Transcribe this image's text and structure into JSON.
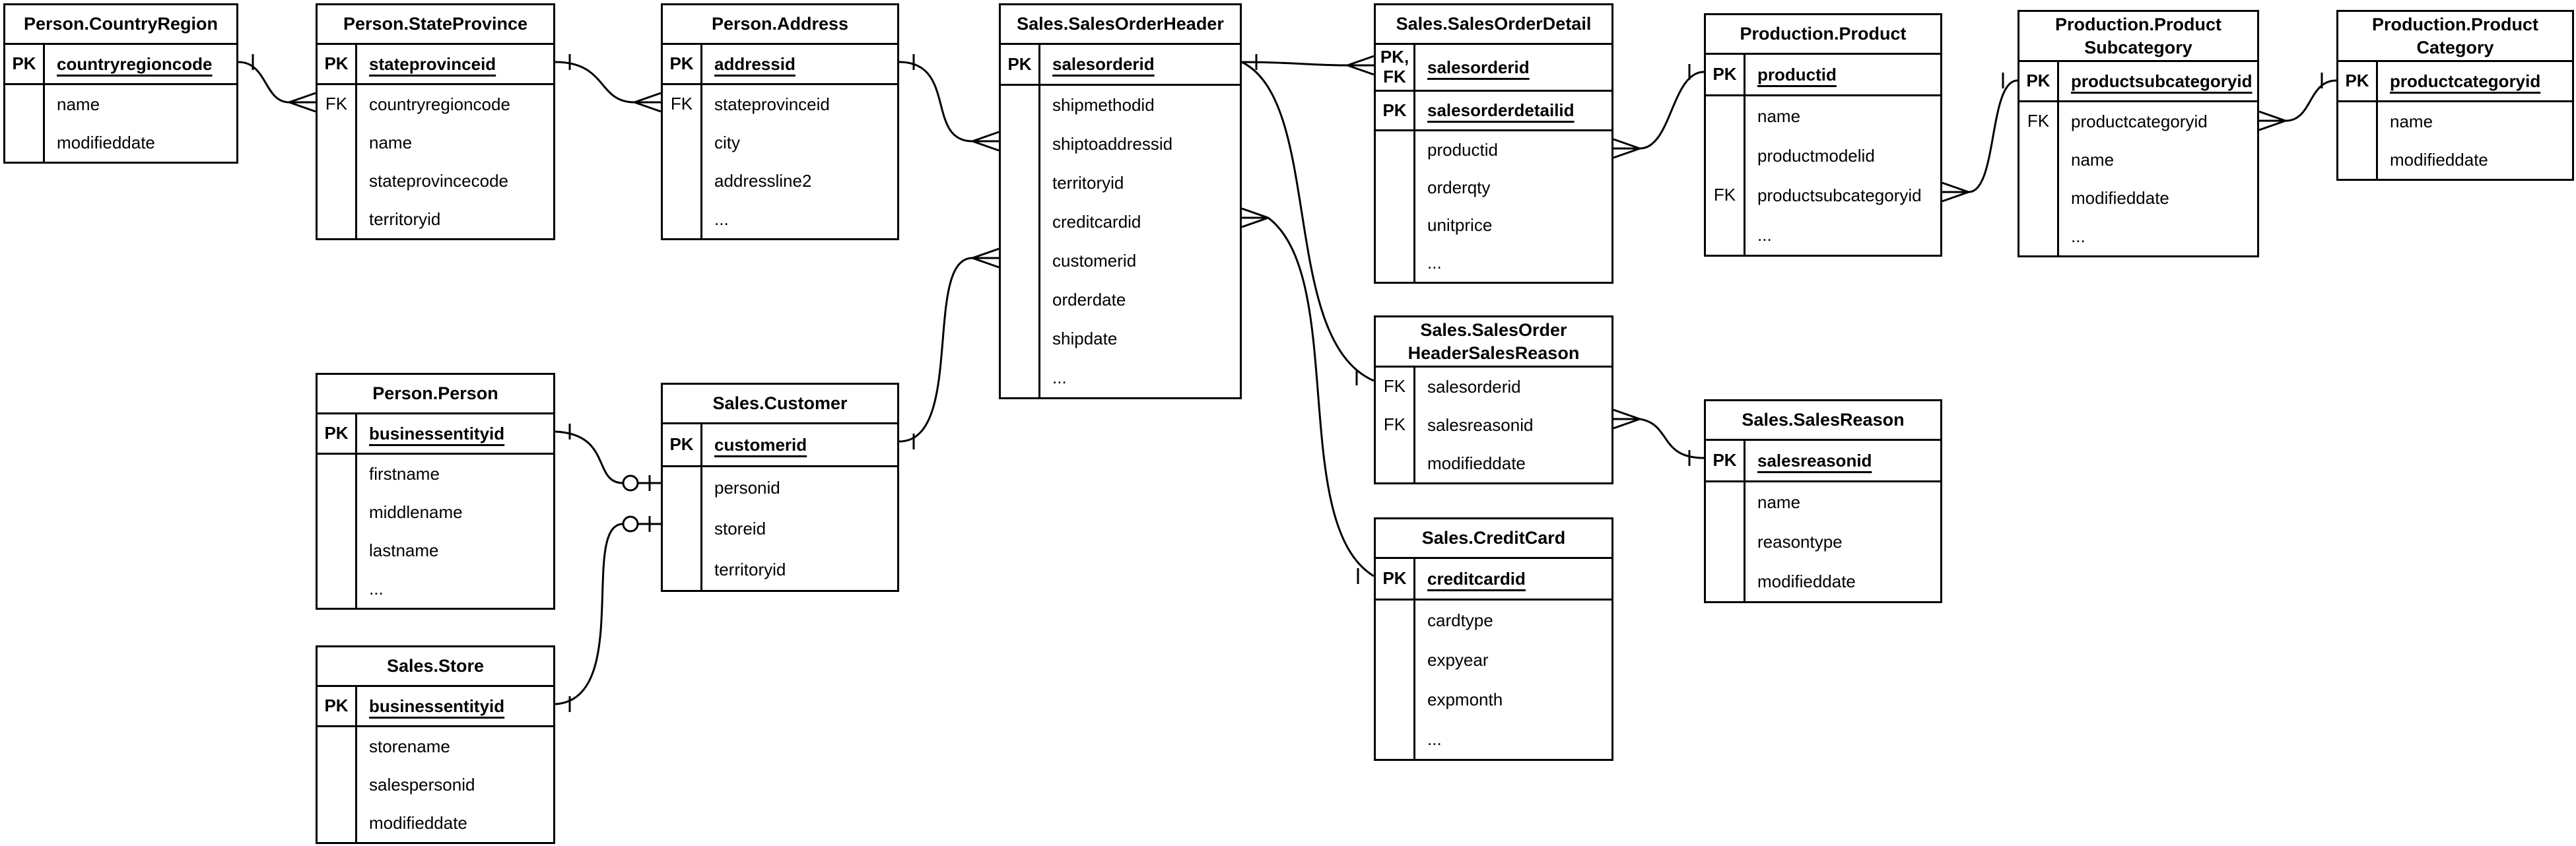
{
  "diagram": {
    "type": "entity-relationship",
    "background_color": "#ffffff",
    "line_color": "#000000",
    "notation": "crow-foot"
  },
  "tables": [
    {
      "id": "person-countryregion",
      "title": "Person.CountryRegion",
      "sections": [
        {
          "rows": [
            {
              "key": "PK",
              "field": "countryregioncode",
              "pk": true
            }
          ]
        },
        {
          "rows": [
            {
              "key": "",
              "field": "name"
            },
            {
              "key": "",
              "field": "modifieddate"
            }
          ]
        }
      ]
    },
    {
      "id": "person-stateprovince",
      "title": "Person.StateProvince",
      "sections": [
        {
          "rows": [
            {
              "key": "PK",
              "field": "stateprovinceid",
              "pk": true
            }
          ]
        },
        {
          "rows": [
            {
              "key": "FK",
              "field": "countryregioncode"
            },
            {
              "key": "",
              "field": "name"
            },
            {
              "key": "",
              "field": "stateprovincecode"
            },
            {
              "key": "",
              "field": "territoryid"
            }
          ]
        }
      ]
    },
    {
      "id": "person-address",
      "title": "Person.Address",
      "sections": [
        {
          "rows": [
            {
              "key": "PK",
              "field": "addressid",
              "pk": true
            }
          ]
        },
        {
          "rows": [
            {
              "key": "FK",
              "field": "stateprovinceid"
            },
            {
              "key": "",
              "field": "city"
            },
            {
              "key": "",
              "field": "addressline2"
            },
            {
              "key": "",
              "field": "..."
            }
          ]
        }
      ]
    },
    {
      "id": "sales-salesorderheader",
      "title": "Sales.SalesOrderHeader",
      "sections": [
        {
          "rows": [
            {
              "key": "PK",
              "field": "salesorderid",
              "pk": true
            }
          ]
        },
        {
          "rows": [
            {
              "key": "",
              "field": "shipmethodid"
            },
            {
              "key": "",
              "field": "shiptoaddressid"
            },
            {
              "key": "",
              "field": "territoryid"
            },
            {
              "key": "",
              "field": "creditcardid"
            },
            {
              "key": "",
              "field": "customerid"
            },
            {
              "key": "",
              "field": "orderdate"
            },
            {
              "key": "",
              "field": "shipdate"
            },
            {
              "key": "",
              "field": "..."
            }
          ]
        }
      ]
    },
    {
      "id": "sales-salesorderdetail",
      "title": "Sales.SalesOrderDetail",
      "sections": [
        {
          "rows": [
            {
              "key": "PK,\nFK",
              "field": "salesorderid",
              "pk": true
            }
          ]
        },
        {
          "rows": [
            {
              "key": "PK",
              "field": "salesorderdetailid",
              "pk": true
            }
          ]
        },
        {
          "rows": [
            {
              "key": "",
              "field": "productid"
            },
            {
              "key": "",
              "field": "orderqty"
            },
            {
              "key": "",
              "field": "unitprice"
            },
            {
              "key": "",
              "field": "..."
            }
          ]
        }
      ]
    },
    {
      "id": "production-product",
      "title": "Production.Product",
      "sections": [
        {
          "rows": [
            {
              "key": "PK",
              "field": "productid",
              "pk": true
            }
          ]
        },
        {
          "rows": [
            {
              "key": "",
              "field": "name"
            },
            {
              "key": "",
              "field": "productmodelid"
            },
            {
              "key": "FK",
              "field": "productsubcategoryid"
            },
            {
              "key": "",
              "field": "..."
            }
          ]
        }
      ]
    },
    {
      "id": "production-productsubcategory",
      "title": "Production.Product\nSubcategory",
      "sections": [
        {
          "rows": [
            {
              "key": "PK",
              "field": "productsubcategoryid",
              "pk": true
            }
          ]
        },
        {
          "rows": [
            {
              "key": "FK",
              "field": "productcategoryid"
            },
            {
              "key": "",
              "field": "name"
            },
            {
              "key": "",
              "field": "modifieddate"
            },
            {
              "key": "",
              "field": "..."
            }
          ]
        }
      ]
    },
    {
      "id": "production-productcategory",
      "title": "Production.Product\nCategory",
      "sections": [
        {
          "rows": [
            {
              "key": "PK",
              "field": "productcategoryid",
              "pk": true
            }
          ]
        },
        {
          "rows": [
            {
              "key": "",
              "field": "name"
            },
            {
              "key": "",
              "field": "modifieddate"
            }
          ]
        }
      ]
    },
    {
      "id": "person-person",
      "title": "Person.Person",
      "sections": [
        {
          "rows": [
            {
              "key": "PK",
              "field": "businessentityid",
              "pk": true
            }
          ]
        },
        {
          "rows": [
            {
              "key": "",
              "field": "firstname"
            },
            {
              "key": "",
              "field": "middlename"
            },
            {
              "key": "",
              "field": "lastname"
            },
            {
              "key": "",
              "field": "..."
            }
          ]
        }
      ]
    },
    {
      "id": "sales-customer",
      "title": "Sales.Customer",
      "sections": [
        {
          "rows": [
            {
              "key": "PK",
              "field": "customerid",
              "pk": true
            }
          ]
        },
        {
          "rows": [
            {
              "key": "",
              "field": "personid"
            },
            {
              "key": "",
              "field": "storeid"
            },
            {
              "key": "",
              "field": "territoryid"
            }
          ]
        }
      ]
    },
    {
      "id": "sales-salesorderheadersalesreason",
      "title": "Sales.SalesOrder\nHeaderSalesReason",
      "sections": [
        {
          "rows": [
            {
              "key": "FK",
              "field": "salesorderid"
            },
            {
              "key": "FK",
              "field": "salesreasonid"
            },
            {
              "key": "",
              "field": "modifieddate"
            }
          ]
        }
      ]
    },
    {
      "id": "sales-salesreason",
      "title": "Sales.SalesReason",
      "sections": [
        {
          "rows": [
            {
              "key": "PK",
              "field": "salesreasonid",
              "pk": true
            }
          ]
        },
        {
          "rows": [
            {
              "key": "",
              "field": "name"
            },
            {
              "key": "",
              "field": "reasontype"
            },
            {
              "key": "",
              "field": "modifieddate"
            }
          ]
        }
      ]
    },
    {
      "id": "sales-store",
      "title": "Sales.Store",
      "sections": [
        {
          "rows": [
            {
              "key": "PK",
              "field": "businessentityid",
              "pk": true
            }
          ]
        },
        {
          "rows": [
            {
              "key": "",
              "field": "storename"
            },
            {
              "key": "",
              "field": "salespersonid"
            },
            {
              "key": "",
              "field": "modifieddate"
            }
          ]
        }
      ]
    },
    {
      "id": "sales-creditcard",
      "title": "Sales.CreditCard",
      "sections": [
        {
          "rows": [
            {
              "key": "PK",
              "field": "creditcardid",
              "pk": true
            }
          ]
        },
        {
          "rows": [
            {
              "key": "",
              "field": "cardtype"
            },
            {
              "key": "",
              "field": "expyear"
            },
            {
              "key": "",
              "field": "expmonth"
            },
            {
              "key": "",
              "field": "..."
            }
          ]
        }
      ]
    }
  ],
  "relationships": [
    {
      "from": "Person.CountryRegion.countryregioncode",
      "to": "Person.StateProvince.countryregioncode",
      "from_cardinality": "one",
      "to_cardinality": "many"
    },
    {
      "from": "Person.StateProvince.stateprovinceid",
      "to": "Person.Address.stateprovinceid",
      "from_cardinality": "one",
      "to_cardinality": "many"
    },
    {
      "from": "Person.Address.addressid",
      "to": "Sales.SalesOrderHeader.shiptoaddressid",
      "from_cardinality": "one",
      "to_cardinality": "many"
    },
    {
      "from": "Sales.Customer.customerid",
      "to": "Sales.SalesOrderHeader.customerid",
      "from_cardinality": "one",
      "to_cardinality": "many"
    },
    {
      "from": "Sales.SalesOrderHeader.salesorderid",
      "to": "Sales.SalesOrderDetail.salesorderid",
      "from_cardinality": "one",
      "to_cardinality": "many"
    },
    {
      "from": "Sales.SalesOrderHeader.salesorderid",
      "to": "Sales.SalesOrderHeaderSalesReason.salesorderid",
      "from_cardinality": "one",
      "to_cardinality": "one"
    },
    {
      "from": "Sales.CreditCard.creditcardid",
      "to": "Sales.SalesOrderHeader.creditcardid",
      "from_cardinality": "one",
      "to_cardinality": "many"
    },
    {
      "from": "Production.Product.productid",
      "to": "Sales.SalesOrderDetail.productid",
      "from_cardinality": "one",
      "to_cardinality": "many"
    },
    {
      "from": "Production.ProductSubcategory.productsubcategoryid",
      "to": "Production.Product.productsubcategoryid",
      "from_cardinality": "one",
      "to_cardinality": "many"
    },
    {
      "from": "Production.ProductCategory.productcategoryid",
      "to": "Production.ProductSubcategory.productcategoryid",
      "from_cardinality": "one",
      "to_cardinality": "many"
    },
    {
      "from": "Sales.SalesReason.salesreasonid",
      "to": "Sales.SalesOrderHeaderSalesReason.salesreasonid",
      "from_cardinality": "one",
      "to_cardinality": "many"
    },
    {
      "from": "Person.Person.businessentityid",
      "to": "Sales.Customer.personid",
      "from_cardinality": "one",
      "to_cardinality": "zero-or-one"
    },
    {
      "from": "Sales.Store.businessentityid",
      "to": "Sales.Customer.storeid",
      "from_cardinality": "one",
      "to_cardinality": "zero-or-one"
    }
  ]
}
